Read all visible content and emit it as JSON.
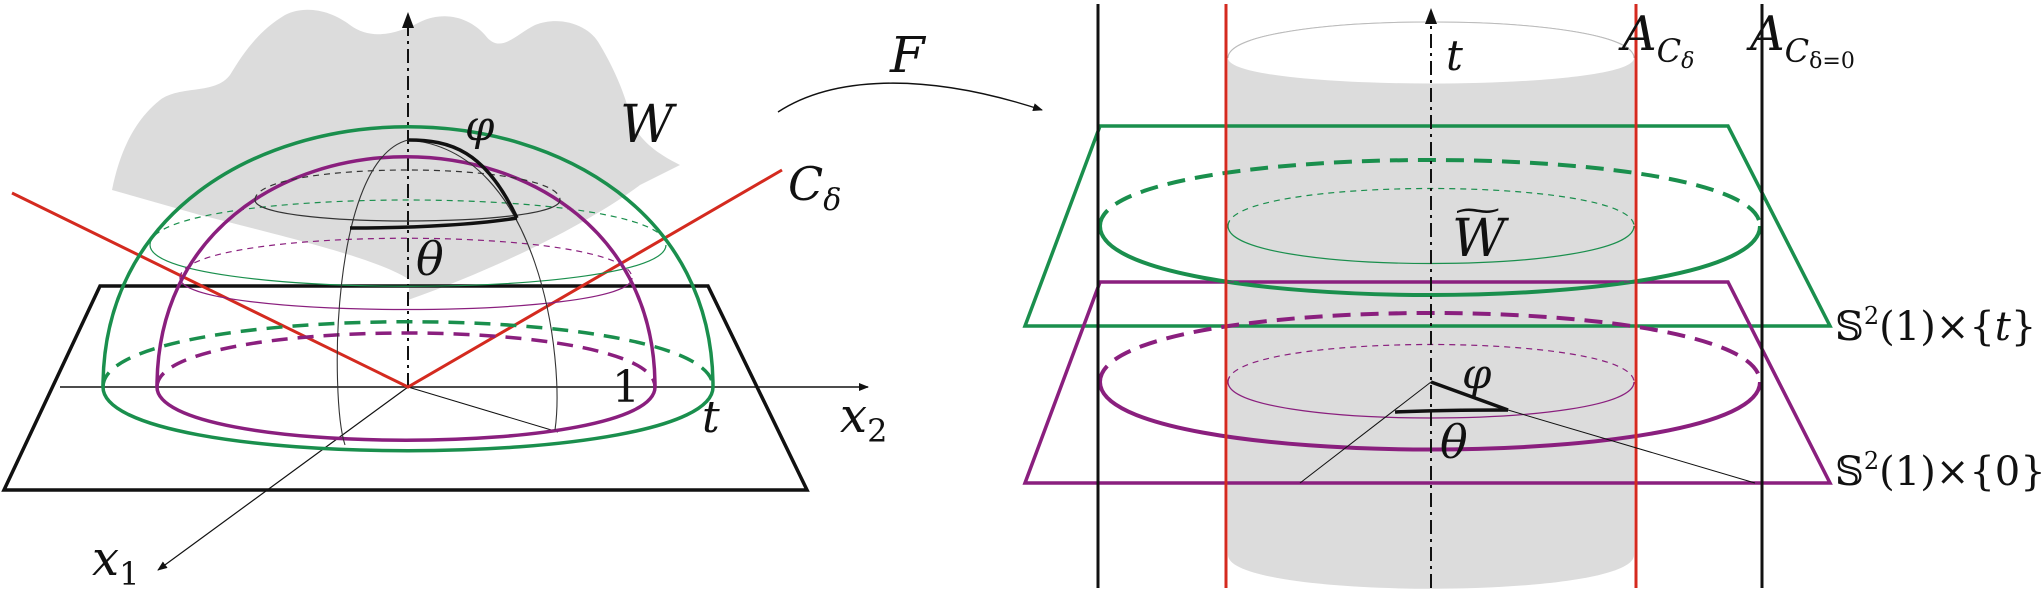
{
  "left": {
    "region_label": "W",
    "cone_label": "C",
    "cone_sub": "δ",
    "phi_label": "φ",
    "theta_label": "θ",
    "one_label": "1",
    "t_label": "t",
    "x1_label": "x",
    "x1_sub": "1",
    "x2_label": "x",
    "x2_sub": "2"
  },
  "map": {
    "label": "F"
  },
  "right": {
    "t_axis_label": "t",
    "a_delta_main": "A",
    "a_delta_sub1": "C",
    "a_delta_sub2": "δ",
    "a_zero_main": "A",
    "a_zero_sub1": "C",
    "a_zero_sub2": "δ=0",
    "region_label": "W",
    "region_tilde": "~",
    "phi_label": "φ",
    "theta_label": "θ",
    "plane_t_sphere": "𝕊",
    "plane_t_sup": "2",
    "plane_t_rest": "(1)×{",
    "plane_t_var": "t",
    "plane_t_end": "}",
    "plane_0_sphere": "𝕊",
    "plane_0_sup": "2",
    "plane_0_rest": "(1)×{0}"
  },
  "colors": {
    "green": "#1a8f4d",
    "purple": "#8a1f7e",
    "red": "#d42a1f",
    "shade": "#dcdcdc"
  }
}
